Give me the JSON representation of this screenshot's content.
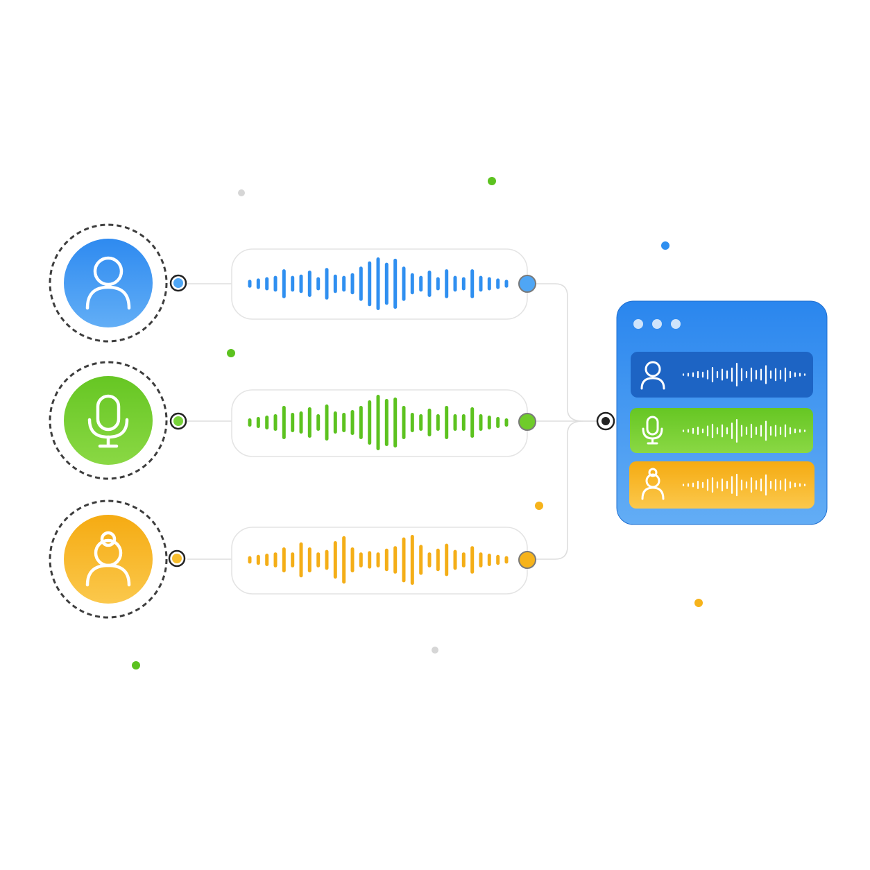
{
  "colors": {
    "blue": "#2f8ff0",
    "blue_light": "#5aa8f5",
    "green": "#6fcc2a",
    "green_light": "#8bdc45",
    "orange": "#f6b31b",
    "orange_light": "#fbc445",
    "ring": "#3d3d3d",
    "pill_border": "#e4e4e4",
    "connector": "#dcdcdc",
    "confetti_gray": "#d6d6d6",
    "window_row_blue": "#1e66c6"
  },
  "speakers": [
    {
      "id": "speaker-1",
      "icon": "person-icon",
      "color": "blue"
    },
    {
      "id": "speaker-2",
      "icon": "microphone-icon",
      "color": "green"
    },
    {
      "id": "speaker-3",
      "icon": "person-bun-icon",
      "color": "orange"
    }
  ],
  "output_window": {
    "controls": [
      "dot",
      "dot",
      "dot"
    ],
    "tracks": [
      {
        "icon": "person-icon",
        "color": "blue"
      },
      {
        "icon": "microphone-icon",
        "color": "green"
      },
      {
        "icon": "person-bun-icon",
        "color": "orange"
      }
    ]
  }
}
